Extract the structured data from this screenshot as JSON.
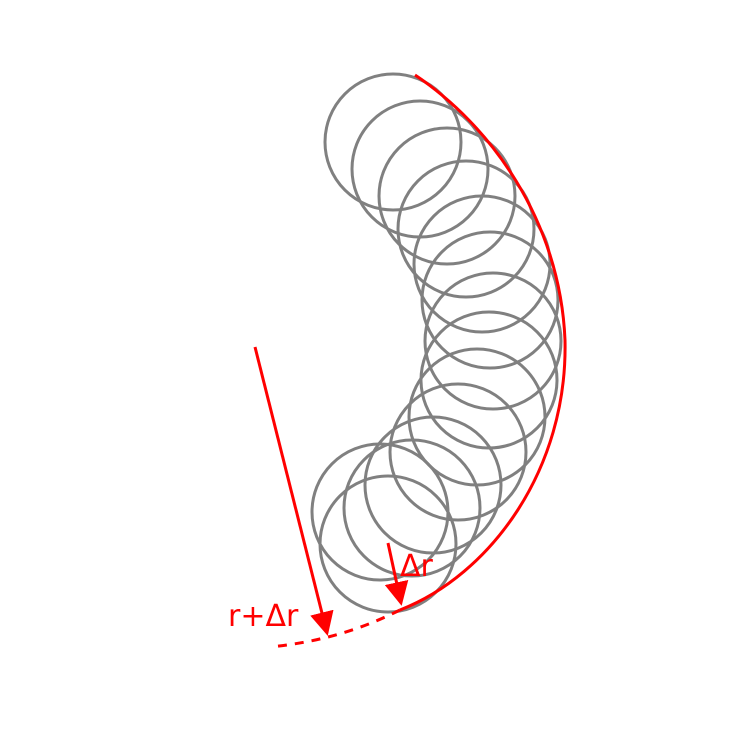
{
  "labels": {
    "delta_r": "Δr",
    "r_plus_delta_r": "r+Δr"
  },
  "colors": {
    "circle": "#808080",
    "envelope": "#ff0000",
    "background": "#ffffff"
  },
  "circle_count": 14
}
